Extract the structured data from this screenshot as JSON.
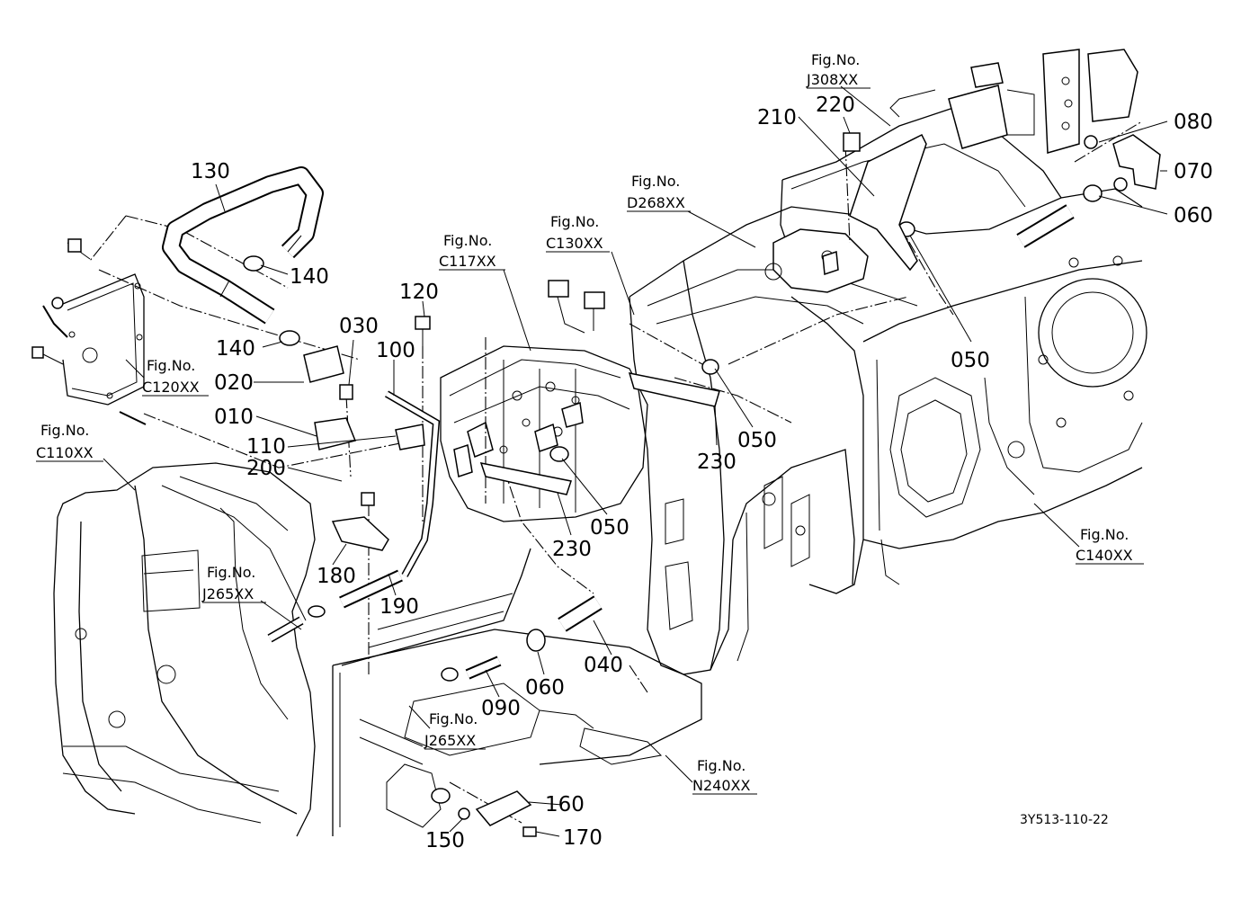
{
  "drawing_code": "3Y513-110-22",
  "figure_refs": [
    {
      "id": "j308",
      "label": "Fig.No.",
      "code": "J308XX"
    },
    {
      "id": "d268",
      "label": "Fig.No.",
      "code": "D268XX"
    },
    {
      "id": "c130",
      "label": "Fig.No.",
      "code": "C130XX"
    },
    {
      "id": "c117",
      "label": "Fig.No.",
      "code": "C117XX"
    },
    {
      "id": "c120",
      "label": "Fig.No.",
      "code": "C120XX"
    },
    {
      "id": "c110",
      "label": "Fig.No.",
      "code": "C110XX"
    },
    {
      "id": "j265a",
      "label": "Fig.No.",
      "code": "J265XX"
    },
    {
      "id": "j265b",
      "label": "Fig.No.",
      "code": "J265XX"
    },
    {
      "id": "n240",
      "label": "Fig.No.",
      "code": "N240XX"
    },
    {
      "id": "c140",
      "label": "Fig.No.",
      "code": "C140XX"
    }
  ],
  "part_callouts": [
    "130",
    "140",
    "140",
    "120",
    "030",
    "100",
    "020",
    "010",
    "110",
    "200",
    "180",
    "190",
    "220",
    "210",
    "080",
    "070",
    "060",
    "050",
    "050",
    "050",
    "230",
    "230",
    "040",
    "060",
    "090",
    "160",
    "150",
    "170"
  ]
}
